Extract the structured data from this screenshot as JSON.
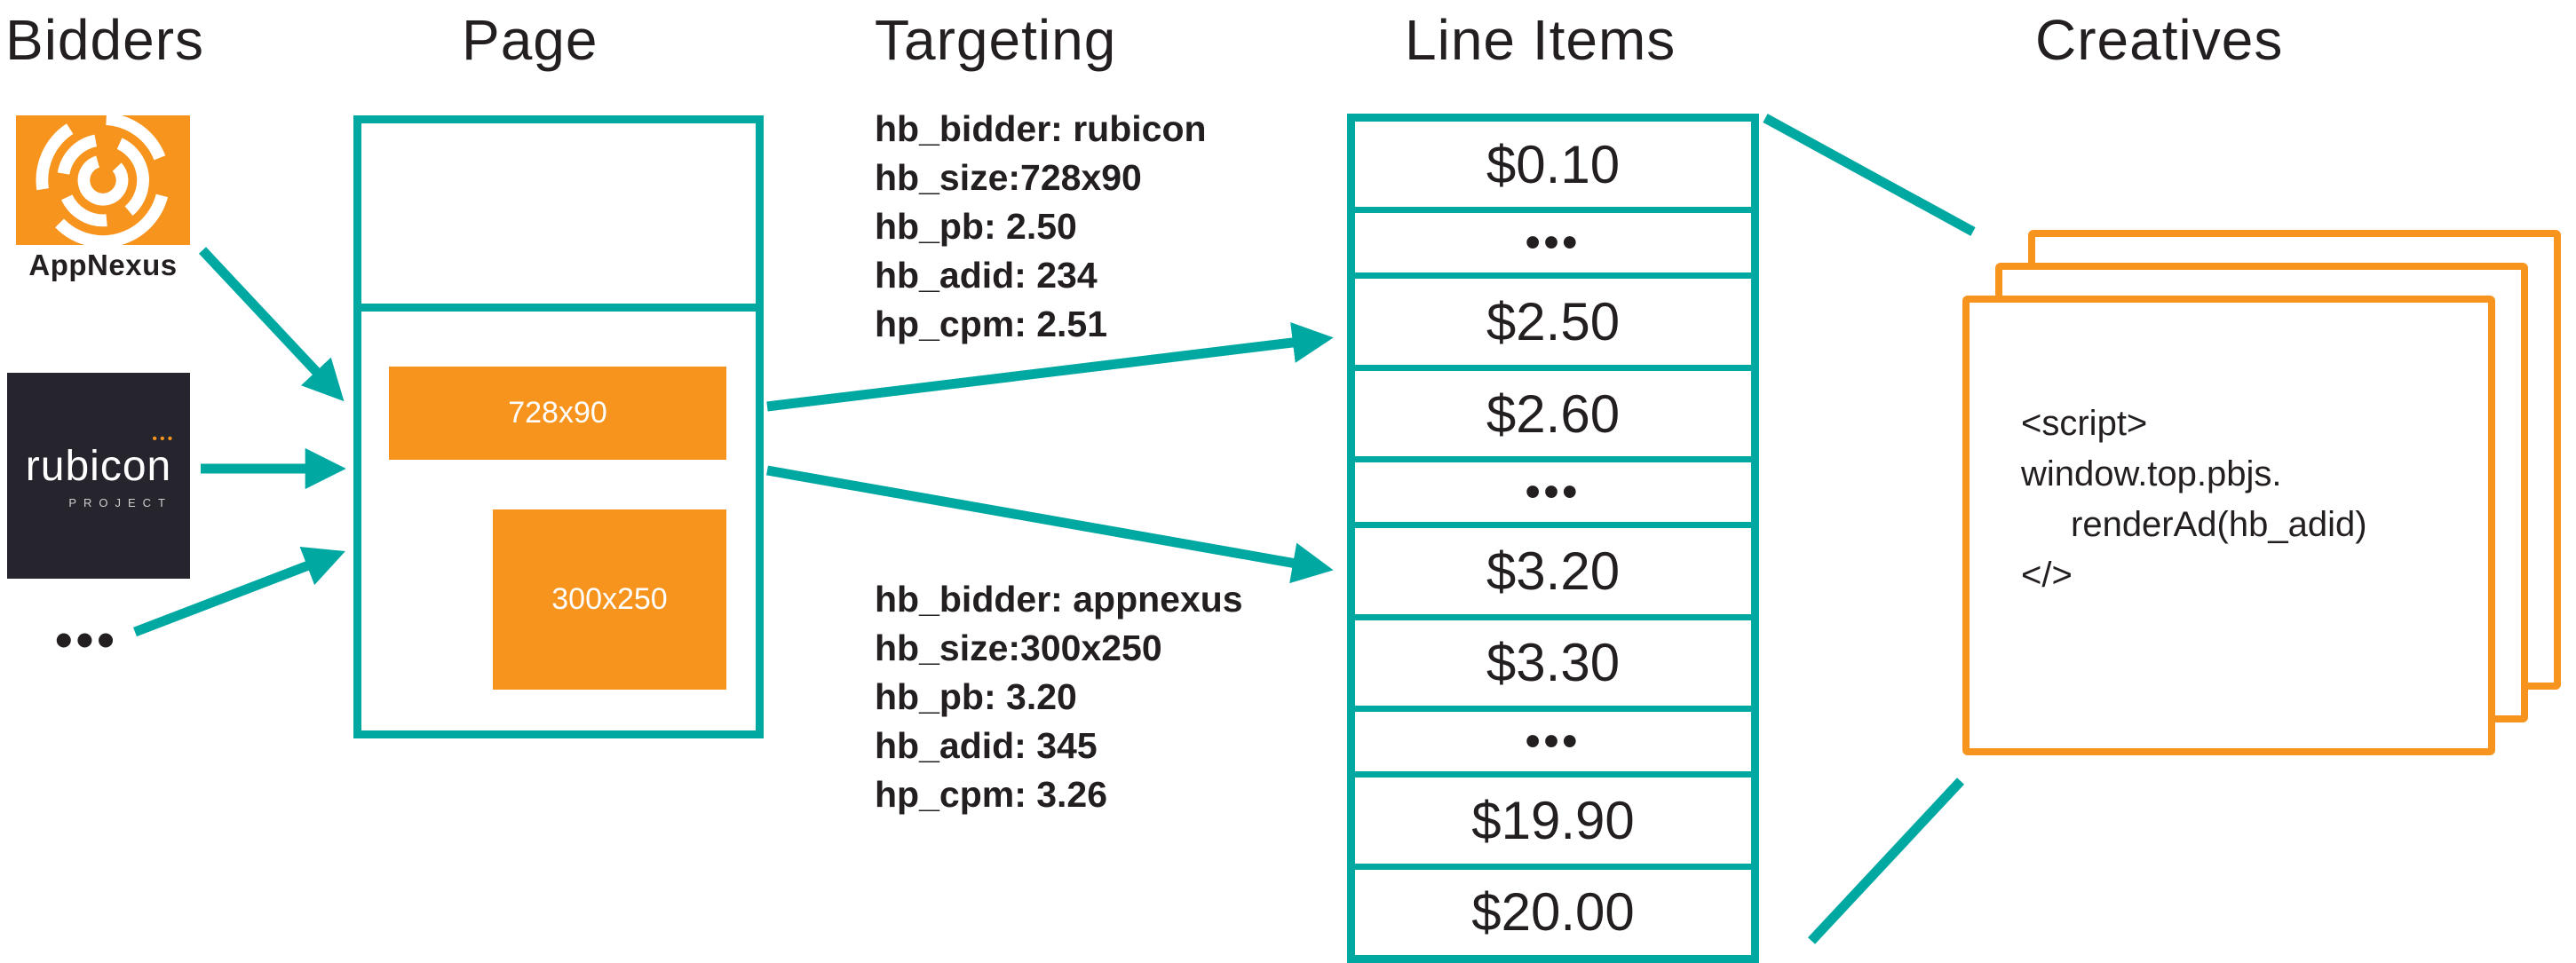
{
  "diagram": {
    "columns": {
      "bidders": "Bidders",
      "page": "Page",
      "targeting": "Targeting",
      "line_items": "Line Items",
      "creatives": "Creatives"
    },
    "bidders": {
      "appnexus_label": "AppNexus",
      "rubicon_label": "rubicon",
      "rubicon_dots": "•••",
      "rubicon_sub": "PROJECT",
      "ellipsis": "•••"
    },
    "page": {
      "slot1": "728x90",
      "slot2": "300x250"
    },
    "targeting": {
      "block1": {
        "l0": "hb_bidder: rubicon",
        "l1": "hb_size:728x90",
        "l2": "hb_pb: 2.50",
        "l3": "hb_adid: 234",
        "l4": "hp_cpm: 2.51"
      },
      "block2": {
        "l0": "hb_bidder: appnexus",
        "l1": "hb_size:300x250",
        "l2": "hb_pb: 3.20",
        "l3": "hb_adid: 345",
        "l4": "hp_cpm: 3.26"
      }
    },
    "line_items": {
      "rows": [
        "$0.10",
        "•••",
        "$2.50",
        "$2.60",
        "•••",
        "$3.20",
        "$3.30",
        "•••",
        "$19.90",
        "$20.00"
      ]
    },
    "creatives": {
      "code": {
        "l0": "<script>",
        "l1": "window.top.pbjs.",
        "l2": "renderAd(hb_adid)",
        "l3": "</>"
      }
    },
    "colors": {
      "teal": "#00A8A2",
      "orange": "#F7941E",
      "dark": "#231F20"
    }
  }
}
